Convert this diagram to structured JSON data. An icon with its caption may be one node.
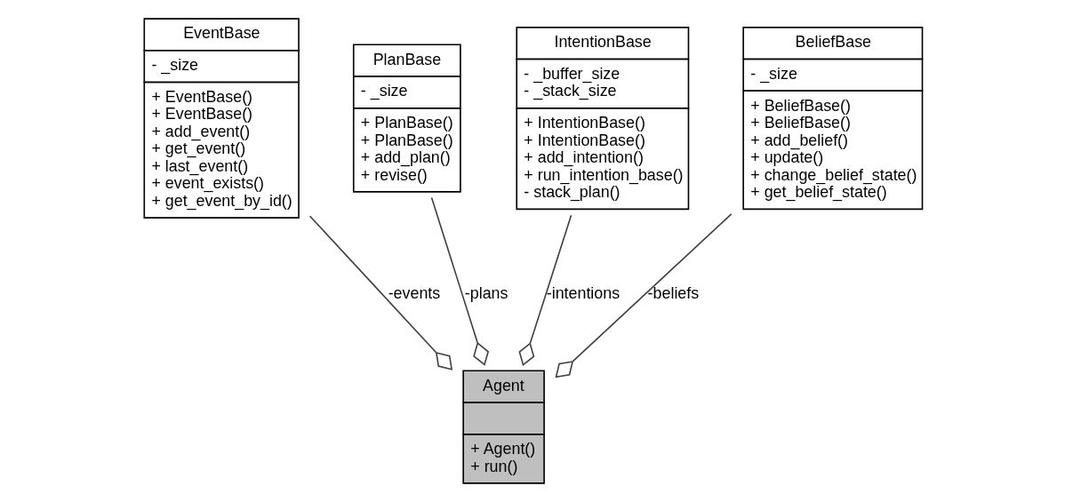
{
  "diagram": {
    "nodes": [
      {
        "text": [
          "EventBase",
          "- _size",
          "+ EventBase()",
          "+ EventBase()",
          "+ add_event()",
          "+ get_event()",
          "+ last_event()",
          "+ event_exists()",
          "+ get_event_by_id()"
        ]
      },
      {
        "text": [
          "PlanBase",
          "- _size",
          "+ PlanBase()",
          "+ PlanBase()",
          "+ add_plan()",
          "+ revise()"
        ]
      },
      {
        "text": [
          "IntentionBase",
          "- _buffer_size",
          "- _stack_size",
          "+ IntentionBase()",
          "+ IntentionBase()",
          "+ add_intention()",
          "+ run_intention_base()",
          "- stack_plan()"
        ]
      },
      {
        "text": [
          "BeliefBase",
          "- _size",
          "+ BeliefBase()",
          "+ BeliefBase()",
          "+ add_belief()",
          "+ update()",
          "+ change_belief_state()",
          "+ get_belief_state()"
        ]
      },
      {
        "text": [
          "Agent",
          "+ Agent()",
          "+ run()"
        ]
      }
    ],
    "edges": [
      {
        "from": 0,
        "to": 4,
        "arrow": "other",
        "label": "-events"
      },
      {
        "from": 1,
        "to": 4,
        "arrow": "other",
        "label": "-plans"
      },
      {
        "from": 2,
        "to": 4,
        "arrow": "other",
        "label": "-intentions"
      },
      {
        "from": 3,
        "to": 4,
        "arrow": "other",
        "label": "-beliefs"
      }
    ]
  }
}
